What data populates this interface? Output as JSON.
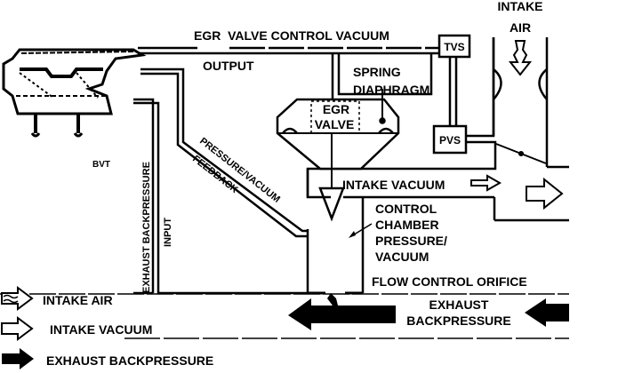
{
  "labels": {
    "egr_valve_control_vacuum": "EGR  VALVE CONTROL VACUUM",
    "output": "OUTPUT",
    "spring": "SPRING",
    "diaphragm": "DIAPHRAGM",
    "egr": "EGR",
    "valve": "VALVE",
    "tvs": "TVS",
    "pvs": "PVS",
    "intake": "INTAKE",
    "air": "AIR",
    "bvt": "BVT",
    "exhaust_backpressure_vertical": "EXHAUST BACKPRESSURE",
    "input": "INPUT",
    "pressure_vacuum": "PRESSURE/VACUUM",
    "feedback": "FEEDBACK",
    "intake_vacuum": "INTAKE VACUUM",
    "control": "CONTROL",
    "chamber": "CHAMBER",
    "pressure": "PRESSURE/",
    "vacuum": "VACUUM",
    "flow_control_orifice": "FLOW CONTROL ORIFICE",
    "exhaust": "EXHAUST",
    "backpressure": "BACKPRESSURE"
  },
  "legend": [
    {
      "icon": "wavy-arrow-icon",
      "label": "INTAKE AIR"
    },
    {
      "icon": "hollow-arrow-icon",
      "label": "INTAKE VACUUM"
    },
    {
      "icon": "solid-arrow-icon",
      "label": "EXHAUST BACKPRESSURE"
    }
  ],
  "colors": {
    "ink": "#000000",
    "paper": "#ffffff"
  }
}
